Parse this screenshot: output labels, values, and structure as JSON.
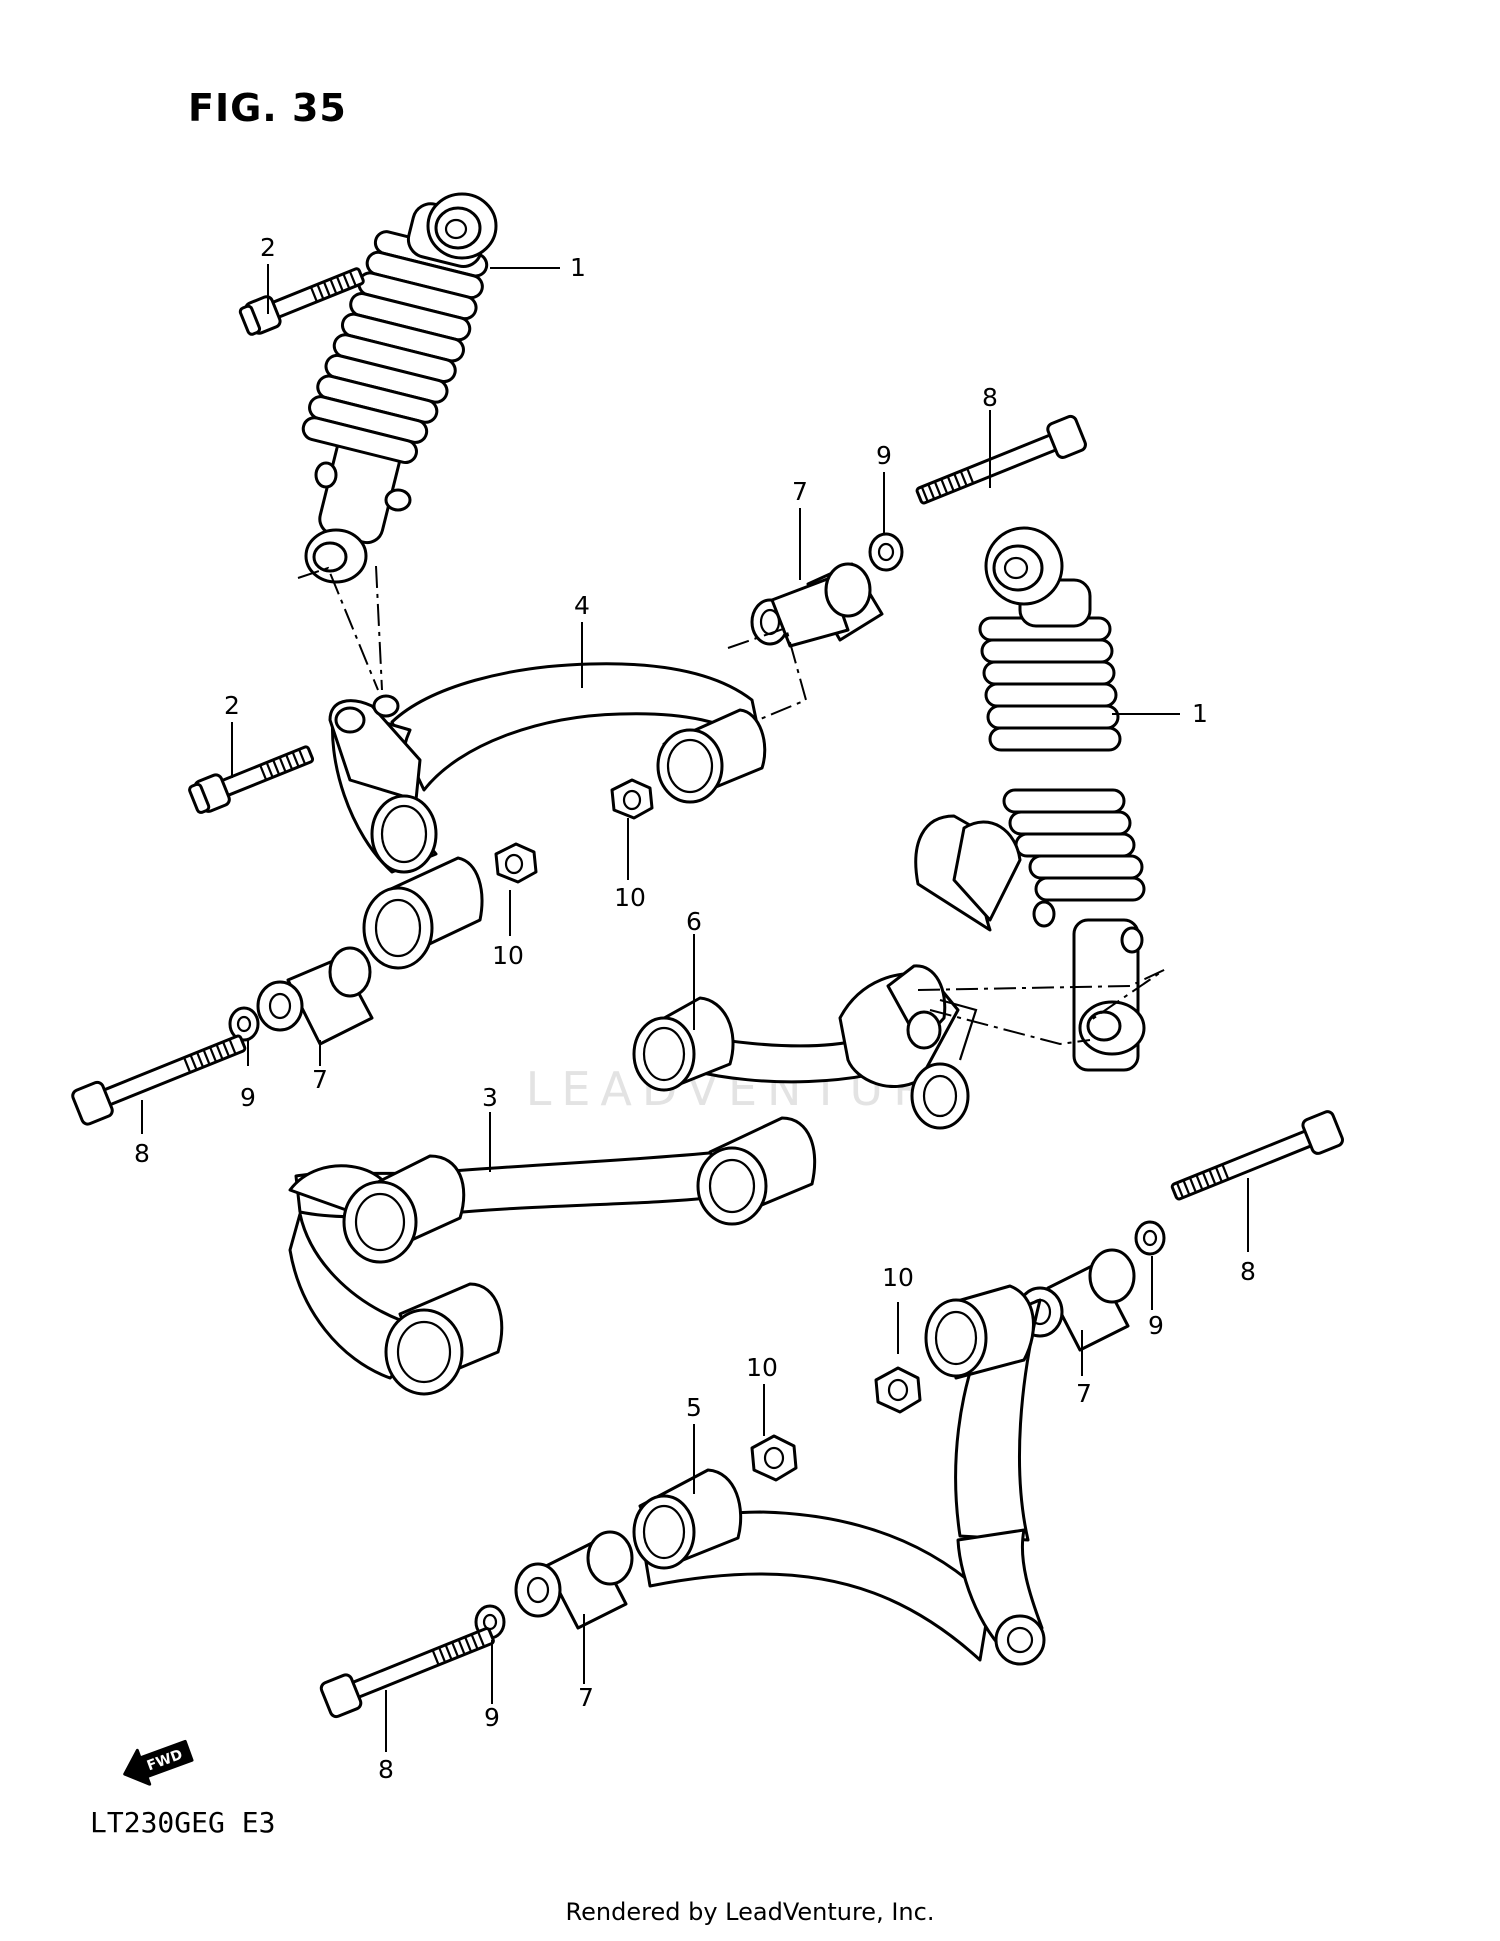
{
  "figure": {
    "title": "FIG. 35"
  },
  "model_code": "LT230GEG  E3",
  "footer": "Rendered by LeadVenture, Inc.",
  "watermark": "LEADVENTURE",
  "fwd_arrow": "FWD",
  "callouts": [
    "1",
    "2",
    "1",
    "8",
    "9",
    "7",
    "4",
    "2",
    "10",
    "10",
    "6",
    "7",
    "9",
    "8",
    "3",
    "8",
    "10",
    "9",
    "7",
    "10",
    "5",
    "7",
    "9",
    "8"
  ]
}
